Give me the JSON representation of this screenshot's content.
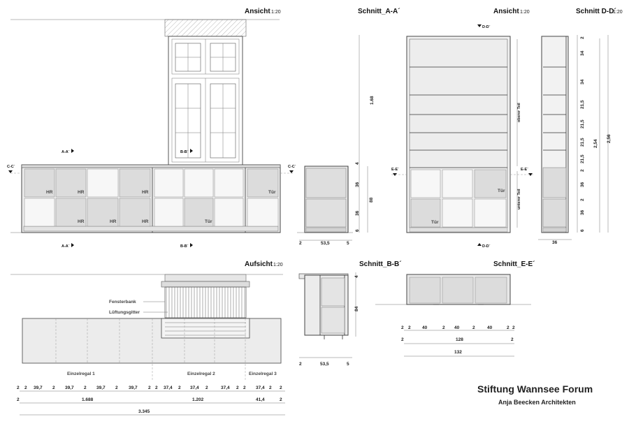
{
  "views": {
    "ansicht_left": {
      "title": "Ansicht",
      "scale": "1:20"
    },
    "schnitt_aa": {
      "title": "Schnitt_A-A´"
    },
    "ansicht_right": {
      "title": "Ansicht",
      "scale": "1:20"
    },
    "schnitt_dd": {
      "title": "Schnitt D-D´",
      "scale": "1:20"
    },
    "aufsicht": {
      "title": "Aufsicht",
      "scale": "1:20"
    },
    "schnitt_bb": {
      "title": "Schnitt_B-B´"
    },
    "schnitt_ee": {
      "title": "Schnitt_E-E´"
    }
  },
  "section_marks": {
    "aa": "A-A´",
    "bb": "B-B´",
    "cc": "C-C´",
    "dd": "D-D´",
    "ee": "E-E´"
  },
  "panel_labels": {
    "hr": "HR",
    "tuer": "Tür",
    "oberer_teil": "oberer Teil",
    "unterer_teil": "unterer Teil"
  },
  "aufsicht_labels": {
    "fensterbank": "Fensterbank",
    "lueftungsgitter": "Lüftungsgitter",
    "einzelregal_1": "Einzelregal 1",
    "einzelregal_2": "Einzelregal 2",
    "einzelregal_3": "Einzelregal 3"
  },
  "dims": {
    "aa_height_total": "1.68",
    "aa_heights": [
      "4",
      "36",
      "36",
      "6"
    ],
    "aa_height_88": "88",
    "aa_depth": [
      "2",
      "53,5",
      "5"
    ],
    "dd_heights": [
      "2",
      "34",
      "34",
      "21,5",
      "21,5",
      "21,5",
      "21,5",
      "2",
      "36",
      "2",
      "36",
      "6"
    ],
    "dd_254": "2,54",
    "dd_256": "2,56",
    "dd_depth": "36",
    "bb_heights": [
      "4",
      "84"
    ],
    "bb_depth": [
      "2",
      "53,5",
      "5"
    ],
    "ee_row1": [
      "2",
      "2",
      "40",
      "2",
      "40",
      "2",
      "40",
      "2",
      "2"
    ],
    "ee_row2": [
      "2",
      "128",
      "2"
    ],
    "ee_row3": "132",
    "plan_row1": [
      "2",
      "2",
      "39,7",
      "2",
      "39,7",
      "2",
      "39,7",
      "2",
      "39,7",
      "2",
      "2",
      "37,4",
      "2",
      "37,4",
      "2",
      "37,4",
      "2",
      "2",
      "37,4",
      "2",
      "2"
    ],
    "plan_row2": [
      "2",
      "1.688",
      "1.202",
      "41,4",
      "2"
    ],
    "plan_row3": "3.345"
  },
  "footer": {
    "title": "Stiftung Wannsee Forum",
    "subtitle": "Anja Beecken Architekten"
  }
}
